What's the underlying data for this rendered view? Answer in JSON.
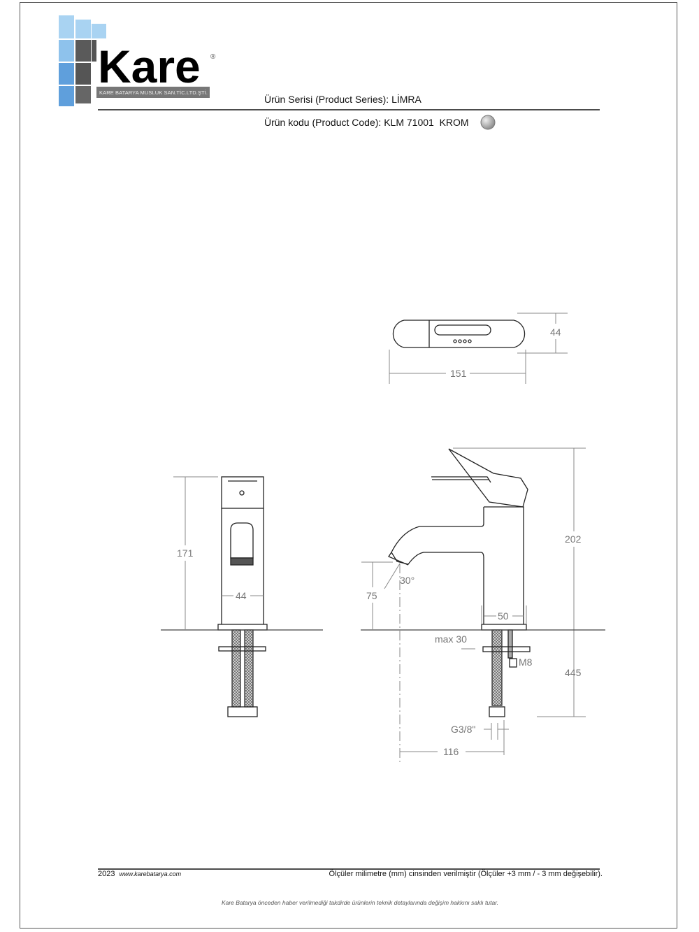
{
  "logo": {
    "brand": "Kare",
    "registered": "®",
    "tagline": "KARE BATARYA MUSLUK SAN.TİC.LTD.ŞTİ."
  },
  "header": {
    "series_label": "Ürün Serisi (Product Series):",
    "series_value": "LİMRA",
    "code_label": "Ürün kodu (Product Code):",
    "code_value": "KLM 71001",
    "finish": "KROM",
    "finish_color": "#9a9a9a"
  },
  "dimensions": {
    "top_width": "44",
    "top_length": "151",
    "front_height": "171",
    "front_width": "44",
    "side_height": "202",
    "spout_height": "75",
    "spout_angle": "30°",
    "base_width": "50",
    "max_thickness": "max 30",
    "bolt": "M8",
    "hose_length": "445",
    "connection": "G3/8\"",
    "reach": "116"
  },
  "footer": {
    "year": "2023",
    "website": "www.karebatarya.com",
    "units_note": "Ölçüler milimetre (mm) cinsinden verilmiştir (Ölçüler  +3 mm / - 3 mm değişebilir).",
    "disclaimer": "Kare Batarya önceden haber verilmediği takdirde ürünlerin teknik detaylarında değişim hakkını saklı tutar."
  }
}
